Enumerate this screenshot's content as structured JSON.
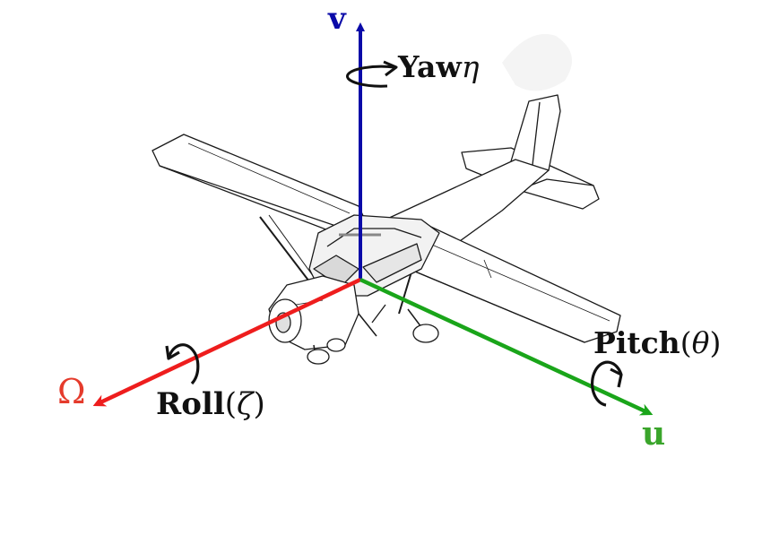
{
  "axes": {
    "v": {
      "symbol": "v",
      "color": "#0a0aa8"
    },
    "omega": {
      "symbol": "Ω",
      "color": "#e53b2c"
    },
    "u": {
      "symbol": "u",
      "color": "#3aa52b"
    }
  },
  "rotations": {
    "yaw": {
      "name": "Yaw",
      "trail": "η"
    },
    "roll": {
      "name": "Roll",
      "symbol": "ζ"
    },
    "pitch": {
      "name": "Pitch",
      "symbol": "θ"
    }
  },
  "paren_open": "(",
  "paren_close": ")",
  "colors": {
    "roll_axis": "#ee1d1d",
    "pitch_axis": "#1aa51a",
    "yaw_axis": "#0a0aa8",
    "outline": "#1a1a1a"
  }
}
